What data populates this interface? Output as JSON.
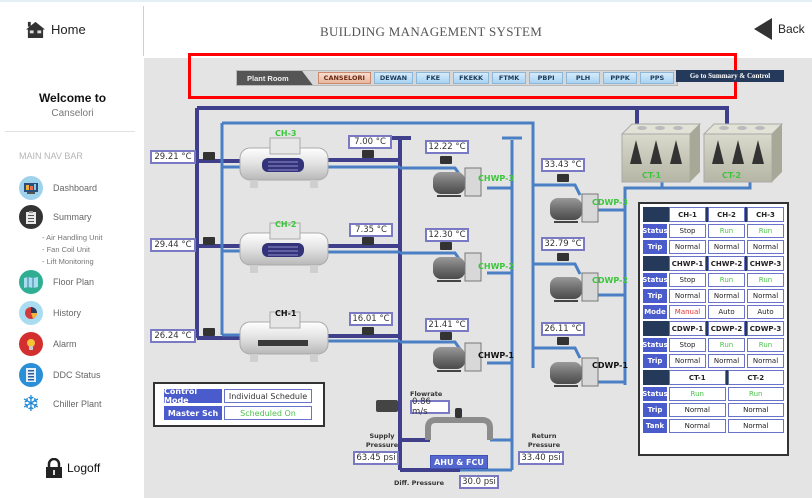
{
  "header": {
    "home_label": "Home",
    "title": "BUILDING MANAGEMENT SYSTEM",
    "back_label": "Back"
  },
  "sidebar": {
    "welcome": "Welcome to",
    "site": "Canselori",
    "nav_title": "MAIN NAV BAR",
    "items": [
      {
        "label": "Dashboard",
        "icon": "dashboard-icon"
      },
      {
        "label": "Summary",
        "icon": "clipboard-icon"
      },
      {
        "label": "Floor Plan",
        "icon": "map-icon"
      },
      {
        "label": "History",
        "icon": "pie-chart-icon"
      },
      {
        "label": "Alarm",
        "icon": "bulb-icon"
      },
      {
        "label": "DDC Status",
        "icon": "server-icon"
      },
      {
        "label": "Chiller Plant",
        "icon": "snowflake-icon"
      }
    ],
    "summary_subitems": [
      "- Air Handling Unit",
      "- Fan Coil Unit",
      "- Lift Monitoring"
    ],
    "logoff_label": "Logoff"
  },
  "plant_bar": {
    "label": "Plant Room",
    "rooms": [
      "CANSELORI",
      "DEWAN",
      "FKE",
      "FKEKK",
      "FTMK",
      "PBPI",
      "PLH",
      "PPPK",
      "PPS"
    ],
    "active_room": "CANSELORI",
    "goto_label": "Go to Summary & Control"
  },
  "diagram": {
    "chillers": [
      {
        "name": "CH-3",
        "inlet_temp": "29.21 °C",
        "outlet_temp": "7.00 °C",
        "label_color": "green"
      },
      {
        "name": "CH-2",
        "inlet_temp": "29.44 °C",
        "outlet_temp": "7.35 °C",
        "label_color": "green"
      },
      {
        "name": "CH-1",
        "inlet_temp": "26.24 °C",
        "outlet_temp": "16.01 °C",
        "label_color": "black"
      }
    ],
    "chw_pumps": [
      {
        "name": "CHWP-3",
        "temp": "12.22 °C",
        "label_color": "green"
      },
      {
        "name": "CHWP-2",
        "temp": "12.30 °C",
        "label_color": "green"
      },
      {
        "name": "CHWP-1",
        "temp": "21.41 °C",
        "label_color": "black"
      }
    ],
    "cdw_pumps": [
      {
        "name": "CDWP-3",
        "temp": "33.43 °C",
        "label_color": "green"
      },
      {
        "name": "CDWP-2",
        "temp": "32.79 °C",
        "label_color": "green"
      },
      {
        "name": "CDWP-1",
        "temp": "26.11 °C",
        "label_color": "black"
      }
    ],
    "cooling_towers": [
      {
        "name": "CT-1"
      },
      {
        "name": "CT-2"
      }
    ],
    "flowrate_label": "Flowrate",
    "flowrate": "0.86 m/s",
    "supply_pressure_label": "Supply Pressure",
    "supply_pressure": "63.45 psi",
    "return_pressure_label": "Return Pressure",
    "return_pressure": "33.40 psi",
    "diff_pressure_label": "Diff. Pressure",
    "diff_pressure": "30.0 psi",
    "load_label": "AHU & FCU"
  },
  "control": {
    "mode_label": "Control Mode",
    "mode_value": "Individual Schedule",
    "master_label": "Master Sch",
    "master_value": "Scheduled On"
  },
  "status_table": {
    "chillers": {
      "headers": [
        "CH-1",
        "CH-2",
        "CH-3"
      ],
      "rows": [
        {
          "key": "Status",
          "values": [
            "Stop",
            "Run",
            "Run"
          ]
        },
        {
          "key": "Trip",
          "values": [
            "Normal",
            "Normal",
            "Normal"
          ]
        }
      ]
    },
    "chwp": {
      "headers": [
        "CHWP-1",
        "CHWP-2",
        "CHWP-3"
      ],
      "rows": [
        {
          "key": "Status",
          "values": [
            "Stop",
            "Run",
            "Run"
          ]
        },
        {
          "key": "Trip",
          "values": [
            "Normal",
            "Normal",
            "Normal"
          ]
        },
        {
          "key": "Mode",
          "values": [
            "Manual",
            "Auto",
            "Auto"
          ]
        }
      ]
    },
    "cdwp": {
      "headers": [
        "CDWP-1",
        "CDWP-2",
        "CDWP-3"
      ],
      "rows": [
        {
          "key": "Status",
          "values": [
            "Stop",
            "Run",
            "Run"
          ]
        },
        {
          "key": "Trip",
          "values": [
            "Normal",
            "Normal",
            "Normal"
          ]
        }
      ]
    },
    "ct": {
      "headers": [
        "CT-1",
        "CT-2"
      ],
      "rows": [
        {
          "key": "Status",
          "values": [
            "Run",
            "Run"
          ]
        },
        {
          "key": "Trip",
          "values": [
            "Normal",
            "Normal"
          ]
        },
        {
          "key": "Tank",
          "values": [
            "Normal",
            "Normal"
          ]
        }
      ]
    }
  },
  "colors": {
    "run": "#4cc24c",
    "manual": "#d33333",
    "header_navy": "#25395a",
    "key_blue": "#4a5bcc",
    "highlight": "#ff0000"
  }
}
